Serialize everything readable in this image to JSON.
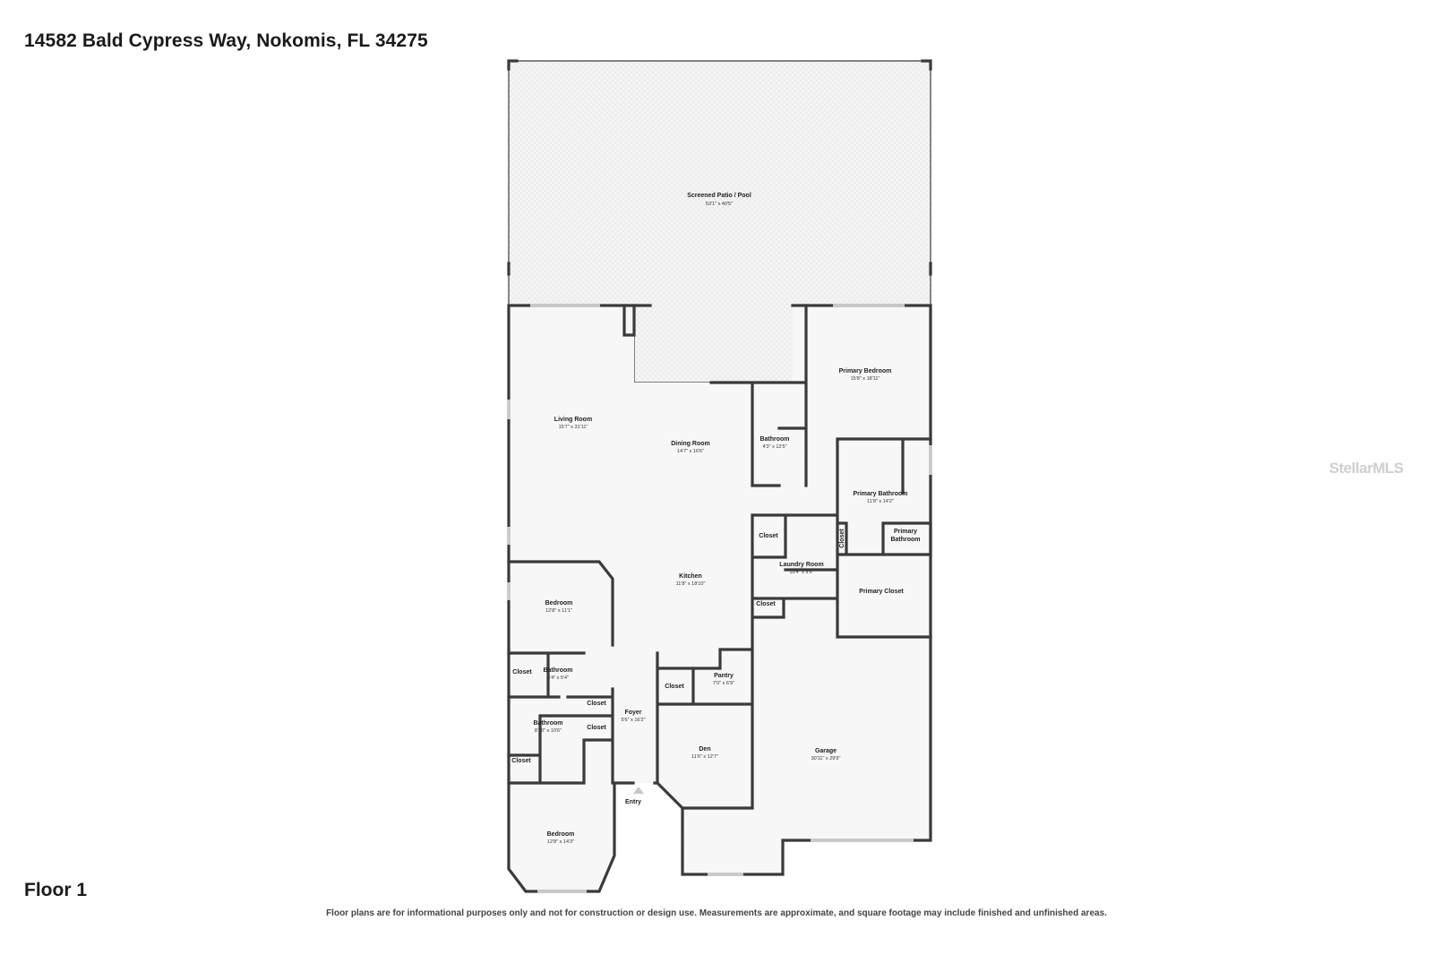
{
  "header": {
    "address": "14582 Bald Cypress Way, Nokomis, FL 34275"
  },
  "footer": {
    "floor_label": "Floor 1",
    "disclaimer": "Floor plans are for informational purposes only and not for construction or design use. Measurements are approximate, and square footage may include finished and unfinished areas."
  },
  "watermark": "StellarMLS",
  "rooms": {
    "patio": {
      "name": "Screened Patio / Pool",
      "dims": "53'1\" x 40'5\""
    },
    "living": {
      "name": "Living Room",
      "dims": "15'7\" x 31'11\""
    },
    "dining": {
      "name": "Dining Room",
      "dims": "14'7\" x 16'6\""
    },
    "bath_center": {
      "name": "Bathroom",
      "dims": "4'3\" x 12'5\""
    },
    "primary_bed": {
      "name": "Primary Bedroom",
      "dims": "15'8\" x 18'11\""
    },
    "primary_bath": {
      "name": "Primary Bathroom",
      "dims": "11'8\" x 14'2\""
    },
    "primary_bath2": {
      "name": "Primary",
      "name2": "Bathroom"
    },
    "closet_pb": {
      "name": "Closet"
    },
    "closet_k1": {
      "name": "Closet"
    },
    "laundry": {
      "name": "Laundry Room",
      "dims": "10'4\" x 9'9\""
    },
    "closet_k2": {
      "name": "Closet"
    },
    "primary_closet": {
      "name": "Primary Closet"
    },
    "kitchen": {
      "name": "Kitchen",
      "dims": "11'8\" x 18'10\""
    },
    "bed1": {
      "name": "Bedroom",
      "dims": "12'8\" x 11'1\""
    },
    "closet_b1": {
      "name": "Closet"
    },
    "bath_small": {
      "name": "Bathroom",
      "dims": "5'4\" x 5'4\""
    },
    "closet_h1": {
      "name": "Closet"
    },
    "closet_h2": {
      "name": "Closet"
    },
    "bath2": {
      "name": "Bathroom",
      "dims": "8'10\" x 10'6\""
    },
    "closet_b2": {
      "name": "Closet"
    },
    "foyer": {
      "name": "Foyer",
      "dims": "5'6\" x 16'2\""
    },
    "closet_f": {
      "name": "Closet"
    },
    "pantry": {
      "name": "Pantry",
      "dims": "7'0\" x 6'9\""
    },
    "den": {
      "name": "Den",
      "dims": "11'6\" x 12'7\""
    },
    "garage": {
      "name": "Garage",
      "dims": "30'11\" x 29'9\""
    },
    "bed2": {
      "name": "Bedroom",
      "dims": "12'8\" x 14'3\""
    },
    "entry": {
      "name": "Entry"
    }
  }
}
